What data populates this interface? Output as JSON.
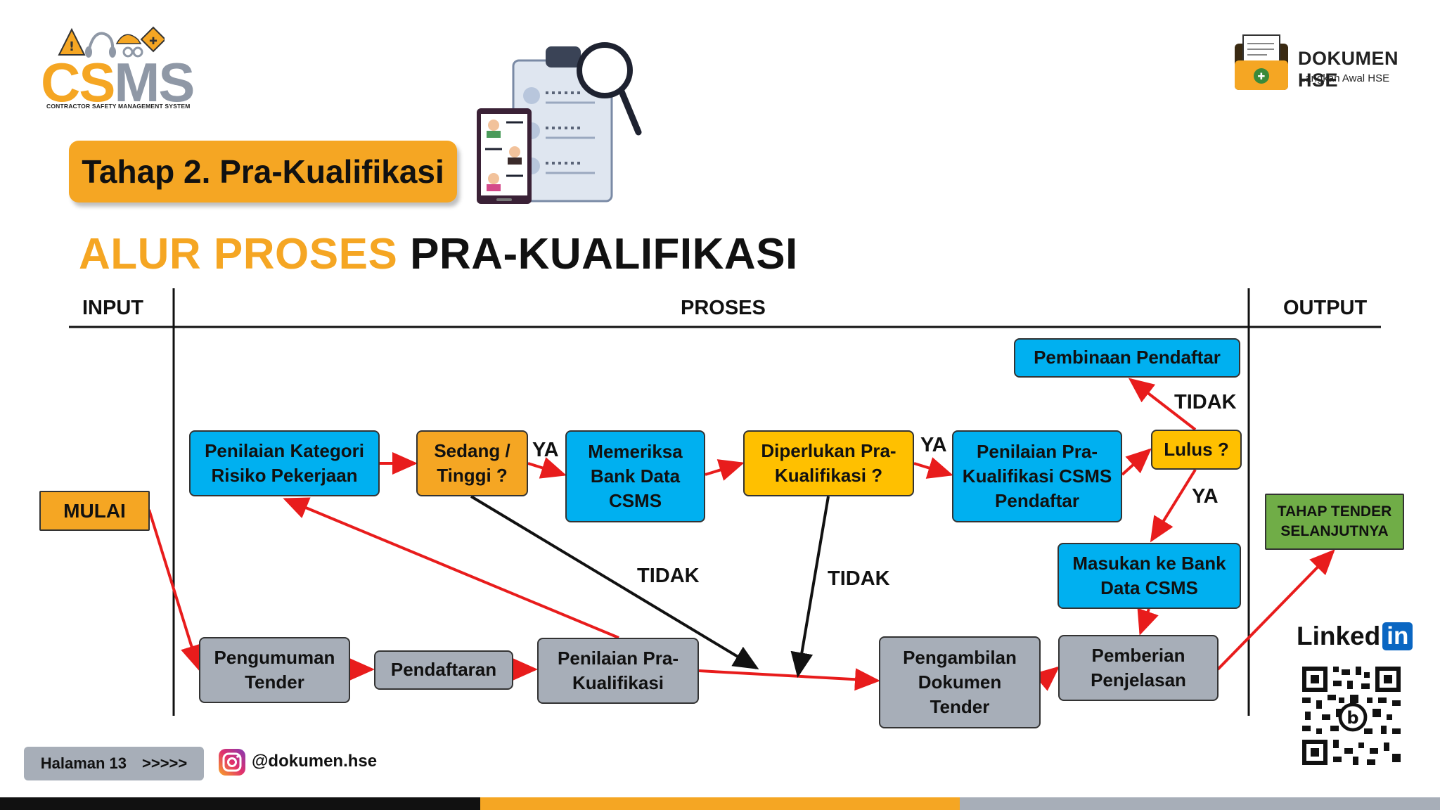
{
  "logo": {
    "text_orange": "CS",
    "text_gray": "MS",
    "subtitle": "CONTRACTOR SAFETY MANAGEMENT SYSTEM"
  },
  "stage": {
    "label": "Tahap 2. Pra-Kualifikasi"
  },
  "title": {
    "highlight": "ALUR PROSES",
    "rest": "PRA-KUALIFIKASI"
  },
  "brand": {
    "name": "DOKUMEN HSE",
    "tagline": "Langkah Awal HSE"
  },
  "columns": {
    "input": "INPUT",
    "process": "PROSES",
    "output": "OUTPUT"
  },
  "nodes": {
    "mulai": "MULAI",
    "penilaian_kategori": "Penilaian Kategori Risiko Pekerjaan",
    "sedang_tinggi": "Sedang / Tinggi ?",
    "memeriksa": "Memeriksa Bank Data CSMS",
    "diperlukan": "Diperlukan Pra-Kualifikasi ?",
    "penilaian_prakual_csms": "Penilaian Pra-Kualifikasi CSMS Pendaftar",
    "lulus": "Lulus ?",
    "pembinaan": "Pembinaan Pendaftar",
    "masukan_bank": "Masukan ke Bank Data CSMS",
    "pengumuman": "Pengumuman Tender",
    "pendaftaran": "Pendaftaran",
    "penilaian_prakual": "Penilaian Pra-Kualifikasi",
    "pengambilan": "Pengambilan Dokumen Tender",
    "pemberian": "Pemberian Penjelasan",
    "tahap_tender": "TAHAP TENDER SELANJUTNYA"
  },
  "edge_labels": {
    "ya_1": "YA",
    "ya_2": "YA",
    "ya_3": "YA",
    "tidak_1": "TIDAK",
    "tidak_2": "TIDAK",
    "tidak_3": "TIDAK"
  },
  "footer": {
    "page": "Halaman 13",
    "arrows": ">>>>>",
    "instagram": "@dokumen.hse",
    "linkedin_text": "Linked",
    "linkedin_badge": "in"
  },
  "colors": {
    "accent_orange": "#f5a623",
    "process_blue": "#00b0f0",
    "decision_yellow": "#ffc000",
    "step_gray": "#a7aeb8",
    "output_green": "#70ad47",
    "arrow_red": "#e81c1c",
    "bottom_bar": [
      "#111111",
      "#f5a623",
      "#a7aeb8"
    ]
  },
  "icons": [
    "hazard-signs-icon",
    "clipboard-checklist-icon",
    "magnifier-icon",
    "tablet-profiles-icon",
    "document-folder-icon",
    "instagram-icon",
    "linkedin-icon",
    "qr-code-icon"
  ]
}
